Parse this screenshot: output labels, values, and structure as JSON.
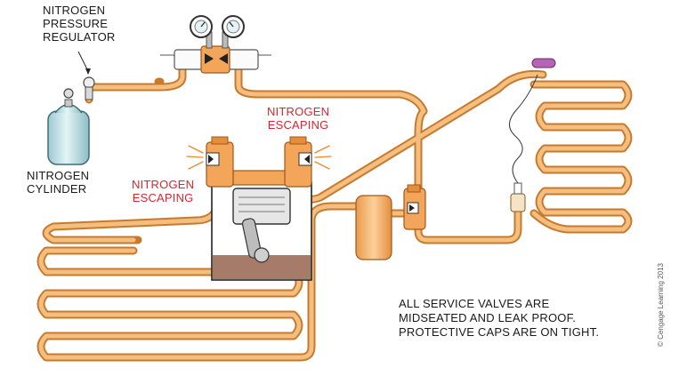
{
  "labels": {
    "regulator": "NITROGEN\nPRESSURE\nREGULATOR",
    "cylinder": "NITROGEN\nCYLINDER",
    "escaping_top": "NITROGEN\nESCAPING",
    "escaping_left": "NITROGEN\nESCAPING",
    "note": "ALL SERVICE VALVES ARE\nMIDSEATED AND LEAK PROOF.\nPROTECTIVE CAPS ARE ON TIGHT.",
    "credit": "© Cengage Learning 2013"
  },
  "colors": {
    "tubing": "#f0b36a",
    "tubing_outline": "#c77a2e",
    "cylinder": "#bfe3e8",
    "valve": "#f3a65a",
    "oil": "#a67b6a",
    "red_text": "#d7262f",
    "bulb": "#b764b6"
  }
}
